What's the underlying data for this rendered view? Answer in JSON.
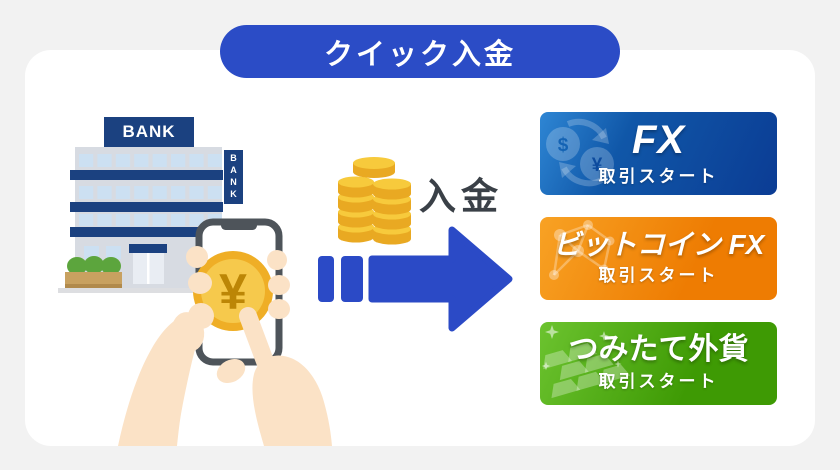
{
  "page": {
    "background_color": "#F2F2F2",
    "card_color": "#FFFFFF"
  },
  "header": {
    "title": "クイック入金",
    "pill_color": "#2B4CC6",
    "text_color": "#FFFFFF"
  },
  "scene": {
    "bank": {
      "top_sign": "BANK",
      "side_sign": "BANK",
      "navy_color": "#1B4180"
    },
    "phone": {
      "coin_symbol": "¥",
      "coin_color": "#EFAE26"
    },
    "deposit_label": "入金",
    "arrow_color": "#2B4AC6",
    "skin_color": "#FBE2C6"
  },
  "buttons": [
    {
      "title": "FX",
      "subtitle": "取引スタート",
      "icon": "currency-exchange-icon",
      "gradient_start": "#2E86D4",
      "gradient_end": "#0B3C94"
    },
    {
      "title": "ビットコイン FX",
      "subtitle": "取引スタート",
      "icon": "network-icon",
      "gradient_start": "#F8A224",
      "gradient_end": "#EE7C02"
    },
    {
      "title": "つみたて外貨",
      "subtitle": "取引スタート",
      "icon": "gold-bars-icon",
      "gradient_start": "#6CC32F",
      "gradient_end": "#3E9A04"
    }
  ],
  "icons": {
    "fx_dollar": "$",
    "fx_yen": "¥"
  }
}
